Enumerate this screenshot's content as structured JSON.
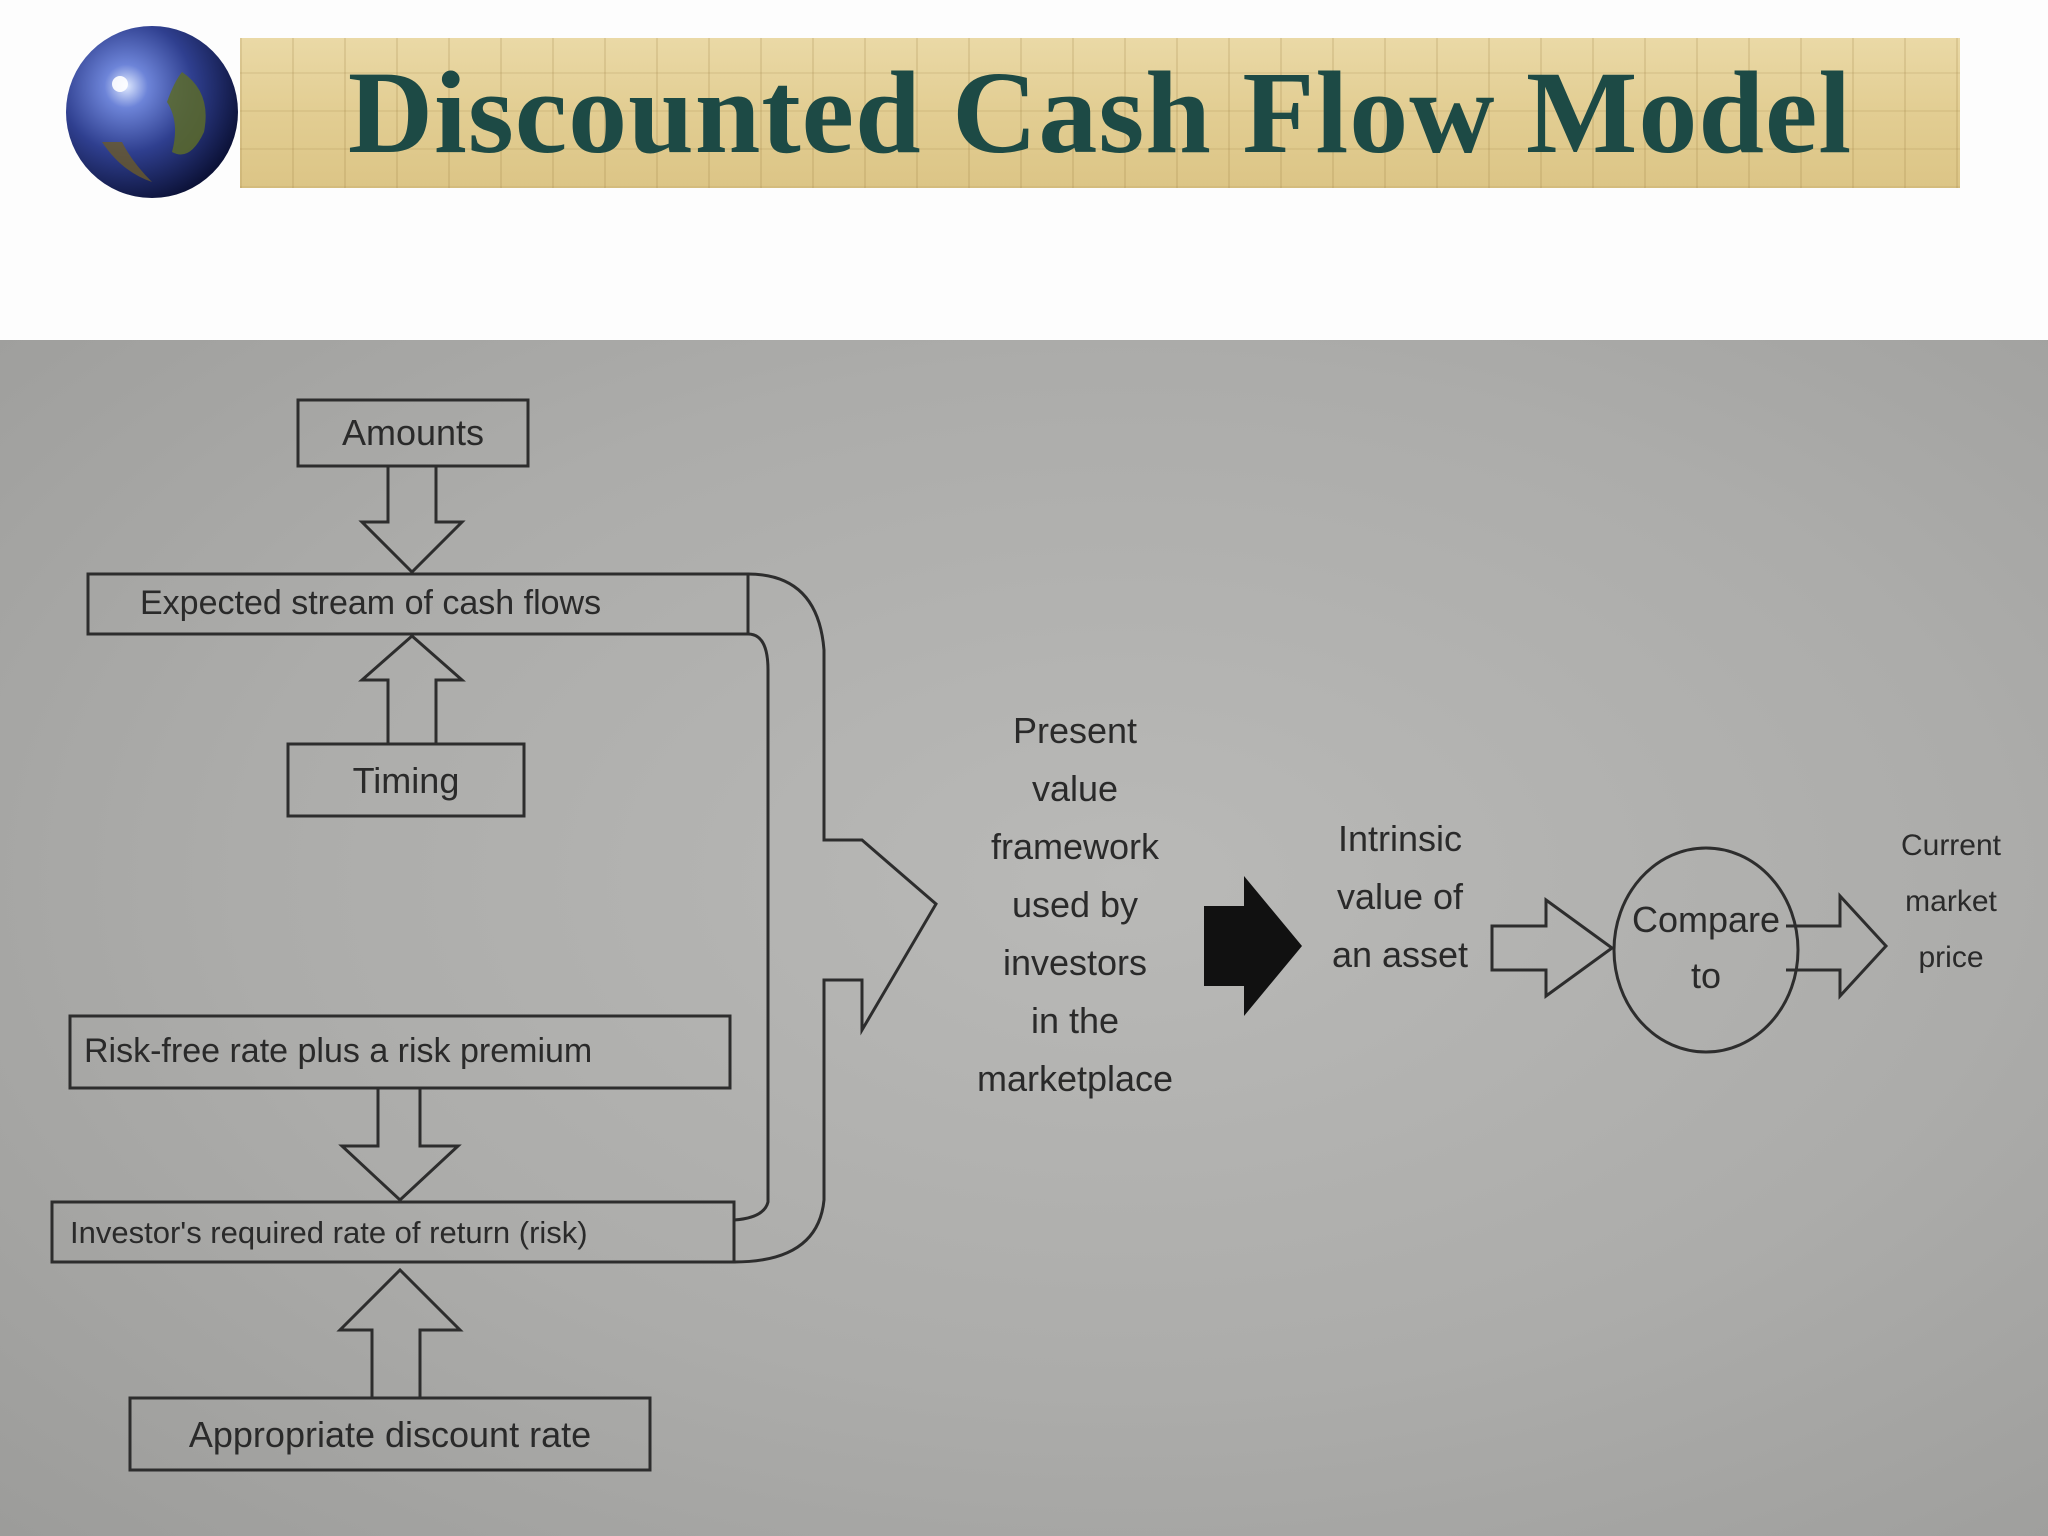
{
  "title": "Discounted Cash Flow Model",
  "diagram": {
    "amounts": "Amounts",
    "expected_stream": "Expected stream of cash flows",
    "timing": "Timing",
    "risk_free": "Risk-free rate plus a risk premium",
    "required_return": "Investor's required rate of return (risk)",
    "discount_rate": "Appropriate discount rate",
    "present_value": [
      "Present",
      "value",
      "framework",
      "used by",
      "investors",
      "in the",
      "marketplace"
    ],
    "intrinsic": [
      "Intrinsic",
      "value of",
      "an asset"
    ],
    "compare": [
      "Compare",
      "to"
    ],
    "market": [
      "Current",
      "market",
      "price"
    ]
  }
}
